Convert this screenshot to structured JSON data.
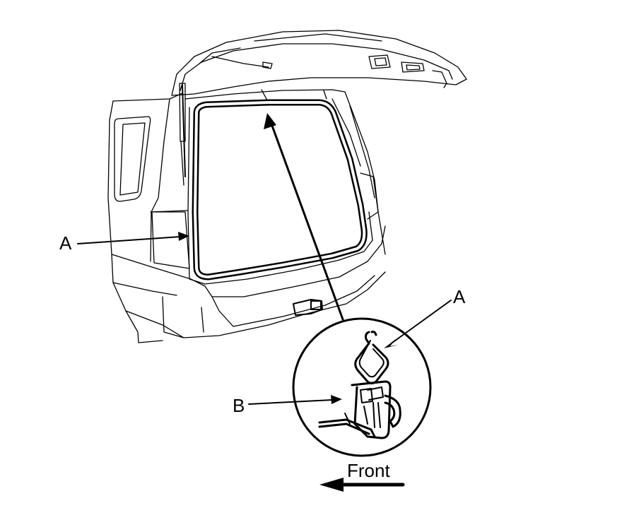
{
  "labels": {
    "seal_left": "A",
    "seal_detail": "A",
    "clip_detail": "B",
    "front": "Front"
  },
  "colors": {
    "line": "#000000",
    "background": "#ffffff"
  }
}
